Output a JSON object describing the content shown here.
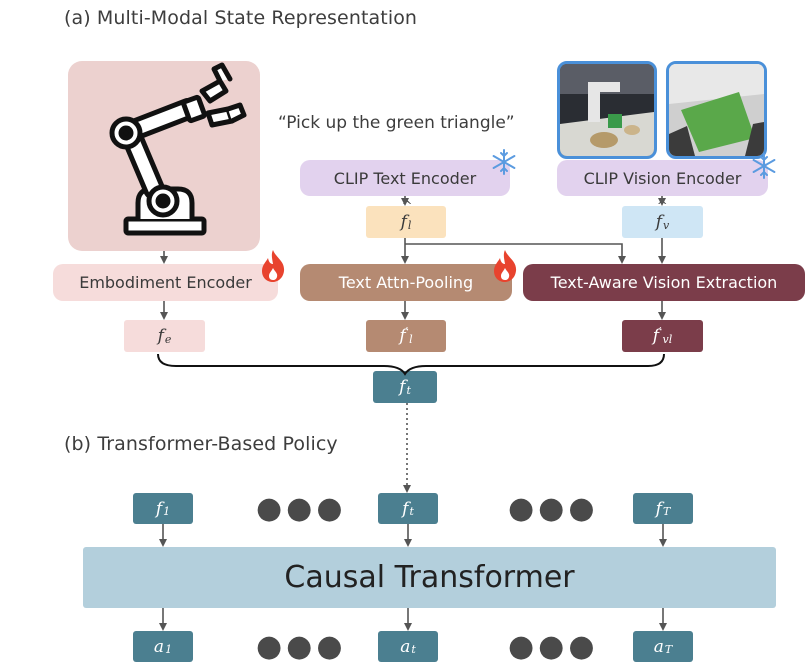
{
  "section_a": {
    "title": "(a) Multi-Modal State Representation"
  },
  "section_b": {
    "title": "(b) Transformer-Based Policy"
  },
  "instruction": "“Pick up the green triangle”",
  "encoders": {
    "clip_text": "CLIP Text Encoder",
    "clip_vision": "CLIP Vision Encoder",
    "embodiment": "Embodiment Encoder",
    "text_attn_pooling": "Text Attn-Pooling",
    "text_aware_vision": "Text-Aware Vision Extraction",
    "policy": "Causal Transformer"
  },
  "features": {
    "f_l_hat": {
      "base": "f",
      "hat": "^",
      "sub": "l"
    },
    "f_v_hat": {
      "base": "f",
      "hat": "^",
      "sub": "v"
    },
    "f_e": {
      "base": "f",
      "sub": "e"
    },
    "f_l_prime": {
      "base": "f",
      "prime": "′",
      "sub": "l"
    },
    "f_vl_prime": {
      "base": "f",
      "prime": "′",
      "sub": "vl"
    },
    "f_t": {
      "base": "f",
      "sub": "t"
    }
  },
  "policy_inputs": [
    {
      "base": "f",
      "sub": "1"
    },
    {
      "base": "f",
      "sub": "t"
    },
    {
      "base": "f",
      "sub": "T"
    }
  ],
  "policy_outputs": [
    {
      "base": "a",
      "sub": "1"
    },
    {
      "base": "a",
      "sub": "t"
    },
    {
      "base": "a",
      "sub": "T"
    }
  ],
  "ellipsis": "●●●",
  "icons": {
    "frozen": "snowflake-icon",
    "trainable": "flame-icon",
    "robot": "robot-arm-icon"
  },
  "colors": {
    "trainable_light": "#f6dcdb",
    "clip_purple": "#e2d2ee",
    "text_feature": "#fbe2bd",
    "vision_feature": "#cfe6f5",
    "text_pool": "#b58a72",
    "vision_extract": "#7b3d4a",
    "policy_token": "#4b7f90",
    "transformer": "#b3cfdc",
    "flame": "#e8432e",
    "snowflake": "#5b9be0"
  }
}
